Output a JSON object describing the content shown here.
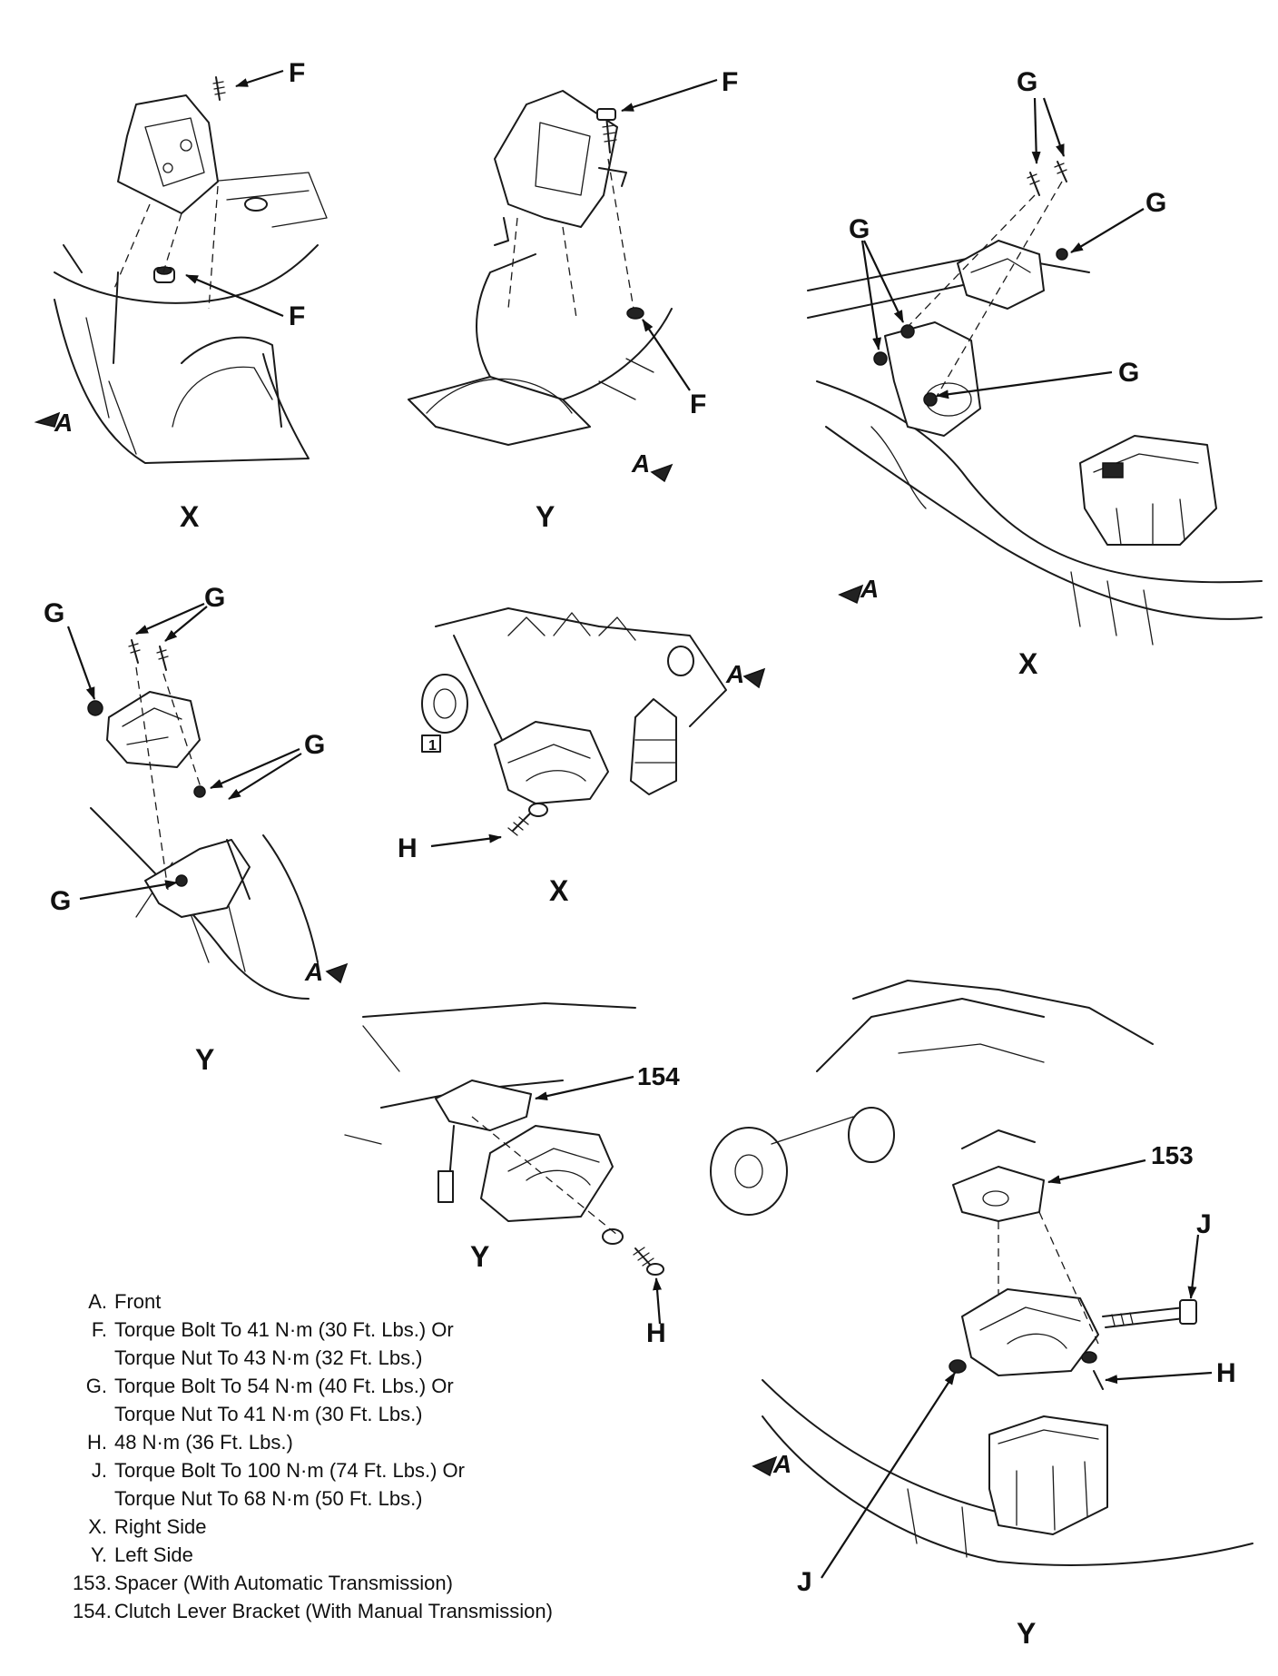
{
  "callouts": {
    "F": "F",
    "G": "G",
    "H": "H",
    "J": "J",
    "n153": "153",
    "n154": "154",
    "box1": "1"
  },
  "views": {
    "X": "X",
    "Y": "Y"
  },
  "front_marker": "A",
  "legend": [
    {
      "key": "A.",
      "lines": [
        "Front"
      ]
    },
    {
      "key": "F.",
      "lines": [
        "Torque Bolt To 41 N·m (30 Ft. Lbs.) Or",
        "Torque Nut To 43 N·m (32 Ft. Lbs.)"
      ]
    },
    {
      "key": "G.",
      "lines": [
        "Torque Bolt To 54 N·m (40 Ft. Lbs.) Or",
        "Torque Nut To 41 N·m (30 Ft. Lbs.)"
      ]
    },
    {
      "key": "H.",
      "lines": [
        "48 N·m (36 Ft. Lbs.)"
      ]
    },
    {
      "key": "J.",
      "lines": [
        "Torque Bolt To 100 N·m (74 Ft. Lbs.) Or",
        "Torque Nut To 68 N·m (50 Ft. Lbs.)"
      ]
    },
    {
      "key": "X.",
      "lines": [
        "Right Side"
      ]
    },
    {
      "key": "Y.",
      "lines": [
        "Left Side"
      ]
    },
    {
      "key": "153.",
      "lines": [
        "Spacer (With Automatic Transmission)"
      ]
    },
    {
      "key": "154.",
      "lines": [
        "Clutch Lever Bracket (With Manual Transmission)"
      ]
    }
  ]
}
